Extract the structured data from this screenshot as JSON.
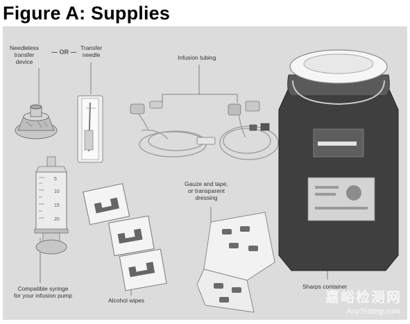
{
  "title": "Figure A: Supplies",
  "labels": {
    "needleless": "Needleless\ntransfer\ndevice",
    "or": "— OR —",
    "transfer_needle": "Transfer\nneedle",
    "infusion_tubing": "Infusion tubing",
    "gauze": "Gauze and tape,\nor transparent\ndressing",
    "syringe": "Compatible syringe\nfor your infusion pump",
    "alcohol": "Alcohol wipes",
    "sharps": "Sharps container"
  },
  "syringe_marks": [
    "5",
    "10",
    "15",
    "20"
  ],
  "watermark": {
    "cn": "嘉峪检测网",
    "en": "AnyTesting.com"
  }
}
